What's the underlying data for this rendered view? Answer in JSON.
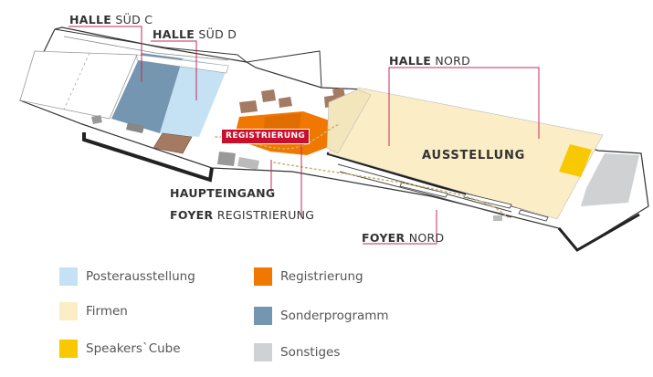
{
  "labels": {
    "halle_sued_c_bold": "HALLE",
    "halle_sued_c_rest": "SÜD C",
    "halle_sued_d_bold": "HALLE",
    "halle_sued_d_rest": "SÜD D",
    "halle_nord_bold": "HALLE",
    "halle_nord_rest": "NORD",
    "ausstellung": "AUSSTELLUNG",
    "registrierung_tag": "REGISTRIERUNG",
    "haupteingang": "HAUPTEINGANG",
    "foyer_reg_bold": "FOYER",
    "foyer_reg_rest": "REGISTRIERUNG",
    "foyer_nord_bold": "FOYER",
    "foyer_nord_rest": "NORD"
  },
  "colors": {
    "poster": "#c5e2f5",
    "firmen": "#fbeec6",
    "speakers": "#f8c800",
    "registrierung": "#f07800",
    "sonderprogramm": "#7596b0",
    "sonstiges": "#cfd1d3",
    "leader": "#c8285a"
  },
  "legend": [
    {
      "label": "Posterausstellung",
      "color": "#c5e2f5"
    },
    {
      "label": "Firmen",
      "color": "#fbeec6"
    },
    {
      "label": "Speakers`Cube",
      "color": "#f8c800"
    },
    {
      "label": "Registrierung",
      "color": "#f07800"
    },
    {
      "label": "Sonderprogramm",
      "color": "#7596b0"
    },
    {
      "label": "Sonstiges",
      "color": "#cfd1d3"
    }
  ]
}
